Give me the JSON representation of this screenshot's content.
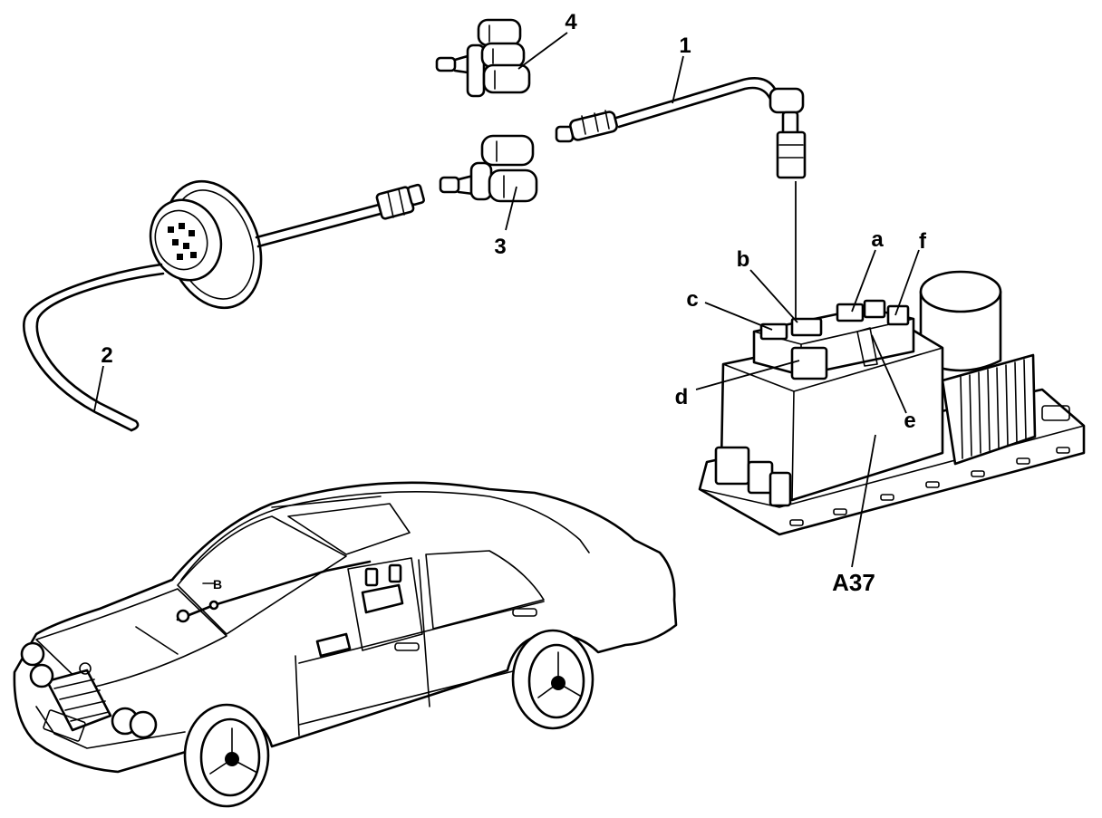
{
  "callouts": {
    "c1": "1",
    "c2": "2",
    "c3": "3",
    "c4": "4",
    "a": "a",
    "b": "b",
    "c": "c",
    "d": "d",
    "e": "e",
    "f": "f",
    "a37": "A37",
    "car_mark": "B"
  }
}
